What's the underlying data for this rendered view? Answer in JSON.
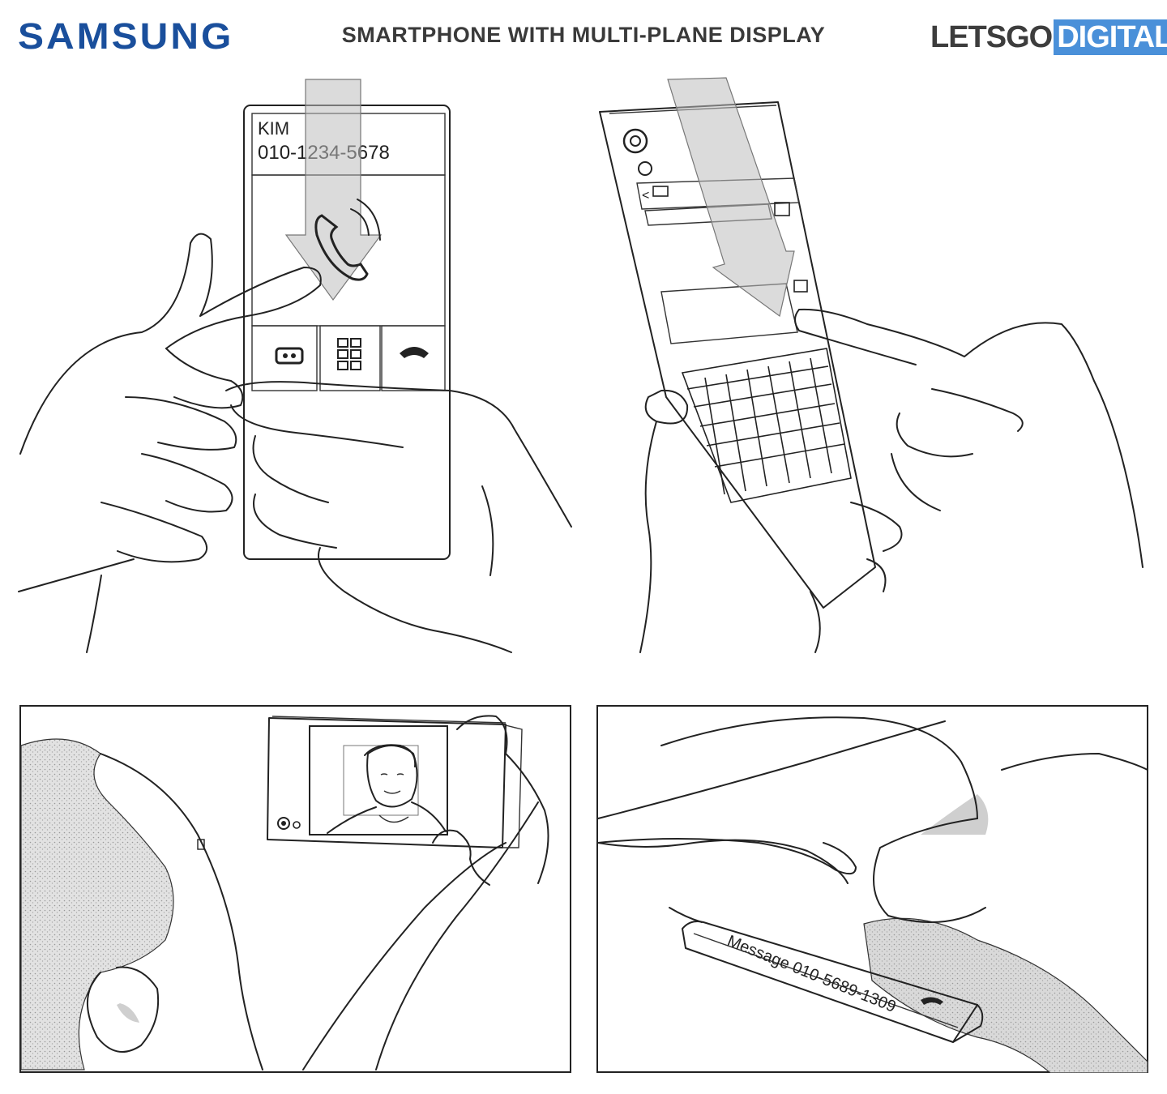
{
  "header": {
    "brand_left": "SAMSUNG",
    "title": "SMARTPHONE WITH MULTI-PLANE DISPLAY",
    "brand_right_part1": "LETSGO",
    "brand_right_part2": "DIGITAL"
  },
  "colors": {
    "samsung_blue": "#1a4f9c",
    "letsgo_gray": "#3d3d3d",
    "digital_blue": "#4a90d9",
    "arrow_gray": "#bdbdbd",
    "stipple_gray": "#d0d0d0"
  },
  "panel_top_left": {
    "contact_name": "KIM",
    "contact_number": "010-1234-5678",
    "icons": [
      "phone-icon",
      "speaker-icon",
      "keypad-icon",
      "end-call-icon"
    ]
  },
  "panel_top_right": {
    "icons": [
      "camera-icon",
      "envelope-icon",
      "back-chevron-icon",
      "keyboard-grid-icon"
    ]
  },
  "panel_bottom_left": {
    "icons": [
      "front-camera-icon",
      "contact-photo"
    ]
  },
  "panel_bottom_right": {
    "edge_message": "Message 010-5689-1309",
    "icons": [
      "end-call-icon"
    ]
  }
}
